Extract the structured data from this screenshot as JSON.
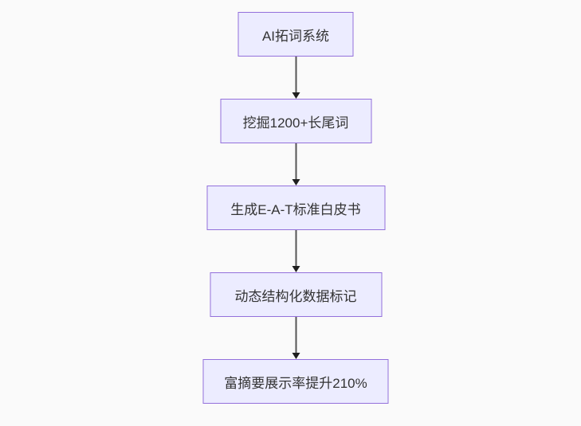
{
  "diagram": {
    "type": "flowchart",
    "direction": "top-down",
    "nodes": [
      {
        "id": "n1",
        "label": "AI拓词系统"
      },
      {
        "id": "n2",
        "label": "挖掘1200+长尾词"
      },
      {
        "id": "n3",
        "label": "生成E-A-T标准白皮书"
      },
      {
        "id": "n4",
        "label": "动态结构化数据标记"
      },
      {
        "id": "n5",
        "label": "富摘要展示率提升210%"
      }
    ],
    "edges": [
      {
        "from": "n1",
        "to": "n2"
      },
      {
        "from": "n2",
        "to": "n3"
      },
      {
        "from": "n3",
        "to": "n4"
      },
      {
        "from": "n4",
        "to": "n5"
      }
    ],
    "colors": {
      "background": "#fafafa",
      "node_fill": "#ECECFF",
      "node_border": "#9370DB",
      "node_text": "#333333",
      "arrow_line": "#555555",
      "arrow_head": "#1f1f1f"
    }
  }
}
